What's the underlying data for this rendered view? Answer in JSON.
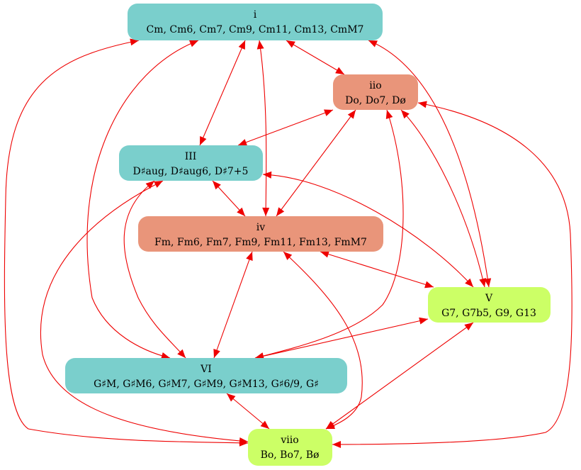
{
  "colors": {
    "teal": "#7acfcc",
    "salmon": "#e9957a",
    "lime": "#ccff66",
    "edge": "#ee0000"
  },
  "nodes": [
    {
      "id": "i",
      "title": "i",
      "chords": "Cm, Cm6, Cm7, Cm9, Cm11, Cm13, CmM7",
      "fill": "teal"
    },
    {
      "id": "iio",
      "title": "iio",
      "chords": "Do, Do7, Dø",
      "fill": "salmon"
    },
    {
      "id": "III",
      "title": "III",
      "chords": "D♯aug, D♯aug6, D♯7+5",
      "fill": "teal"
    },
    {
      "id": "iv",
      "title": "iv",
      "chords": "Fm, Fm6, Fm7, Fm9, Fm11, Fm13, FmM7",
      "fill": "salmon"
    },
    {
      "id": "V",
      "title": "V",
      "chords": "G7, G7b5, G9, G13",
      "fill": "lime"
    },
    {
      "id": "VI",
      "title": "VI",
      "chords": "G♯M, G♯M6, G♯M7, G♯M9, G♯M13, G♯6/9, G♯",
      "fill": "teal"
    },
    {
      "id": "viio",
      "title": "viio",
      "chords": "Bo, Bo7, Bø",
      "fill": "lime"
    }
  ],
  "edges": [
    {
      "from": "i",
      "to": "iio"
    },
    {
      "from": "i",
      "to": "III"
    },
    {
      "from": "i",
      "to": "iv"
    },
    {
      "from": "i",
      "to": "V"
    },
    {
      "from": "i",
      "to": "VI"
    },
    {
      "from": "i",
      "to": "viio"
    },
    {
      "from": "iio",
      "to": "III"
    },
    {
      "from": "iio",
      "to": "iv"
    },
    {
      "from": "iio",
      "to": "V"
    },
    {
      "from": "iio",
      "to": "VI"
    },
    {
      "from": "iio",
      "to": "viio"
    },
    {
      "from": "III",
      "to": "iv"
    },
    {
      "from": "III",
      "to": "V"
    },
    {
      "from": "III",
      "to": "VI"
    },
    {
      "from": "III",
      "to": "viio"
    },
    {
      "from": "iv",
      "to": "V"
    },
    {
      "from": "iv",
      "to": "VI"
    },
    {
      "from": "iv",
      "to": "viio"
    },
    {
      "from": "V",
      "to": "VI"
    },
    {
      "from": "V",
      "to": "viio"
    },
    {
      "from": "VI",
      "to": "viio"
    }
  ]
}
